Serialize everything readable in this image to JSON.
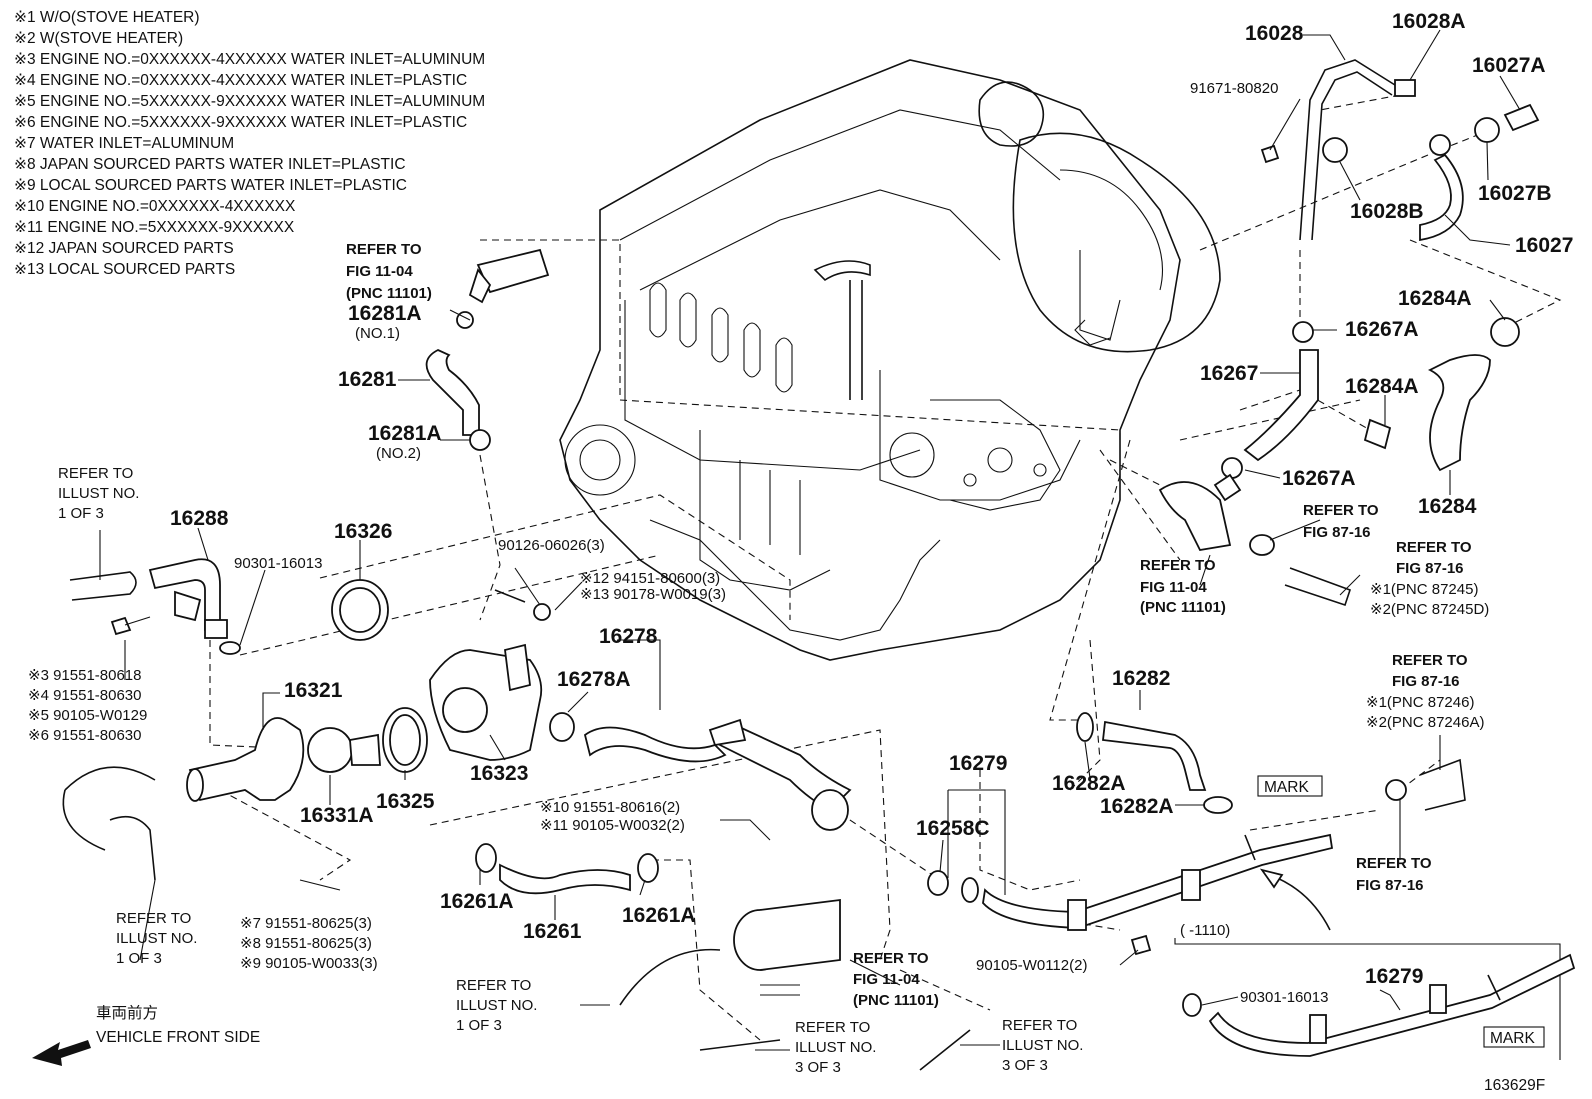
{
  "notes": [
    "※1  W/O(STOVE HEATER)",
    "※2  W(STOVE HEATER)",
    "※3  ENGINE NO.=0XXXXXX-4XXXXXX WATER INLET=ALUMINUM",
    "※4  ENGINE NO.=0XXXXXX-4XXXXXX WATER INLET=PLASTIC",
    "※5  ENGINE NO.=5XXXXXX-9XXXXXX WATER INLET=ALUMINUM",
    "※6  ENGINE NO.=5XXXXXX-9XXXXXX WATER INLET=PLASTIC",
    "※7  WATER INLET=ALUMINUM",
    "※8  JAPAN SOURCED PARTS WATER INLET=PLASTIC",
    "※9  LOCAL SOURCED PARTS WATER INLET=PLASTIC",
    "※10  ENGINE NO.=0XXXXXX-4XXXXXX",
    "※11  ENGINE NO.=5XXXXXX-9XXXXXX",
    "※12 JAPAN SOURCED PARTS",
    "※13 LOCAL SOURCED PARTS"
  ],
  "parts": {
    "p16028": "16028",
    "p16028A": "16028A",
    "p16027A": "16027A",
    "p91671": "91671-80820",
    "p16027B": "16027B",
    "p16028B": "16028B",
    "p16027": "16027",
    "p16284A_top": "16284A",
    "p16267A_top": "16267A",
    "p16267": "16267",
    "p16284A_mid": "16284A",
    "p16267A_low": "16267A",
    "p16284": "16284",
    "p16281A_top": "16281A",
    "p16281A_top_sub": "(NO.1)",
    "p16281": "16281",
    "p16281A_low": "16281A",
    "p16281A_low_sub": "(NO.2)",
    "p16288": "16288",
    "p16326": "16326",
    "p90301_top": "90301-16013",
    "p90126": "90126-06026(3)",
    "p94151": "※12 94151-80600(3)",
    "p90178": "※13 90178-W0019(3)",
    "p16278": "16278",
    "p16278A": "16278A",
    "p16321": "16321",
    "p16331A": "16331A",
    "p16325": "16325",
    "p16323": "16323",
    "p91551_80616": "※10 91551-80616(2)",
    "p90105_W0032": "※11 90105-W0032(2)",
    "p16261A_left": "16261A",
    "p16261": "16261",
    "p16261A_right": "16261A",
    "p16282": "16282",
    "p16282A_top": "16282A",
    "p16282A_low": "16282A",
    "p16279": "16279",
    "p16258C": "16258C",
    "p90105_W0112": "90105-W0112(2)",
    "p16279_inset": "16279",
    "p90301_inset": "90301-16013",
    "inset_range": "(      -1110)",
    "mark_top": "MARK",
    "mark_inset": "MARK"
  },
  "bolts_left": {
    "b3": "※3  91551-80618",
    "b4": "※4  91551-80630",
    "b5": "※5  90105-W0129",
    "b6": "※6  91551-80630"
  },
  "bolts_bottom": {
    "b7": "※7  91551-80625(3)",
    "b8": "※8  91551-80625(3)",
    "b9": "※9  90105-W0033(3)"
  },
  "refers": {
    "fig1104_top": [
      "REFER TO",
      "FIG 11-04",
      "(PNC 11101)"
    ],
    "illust1_left": [
      "REFER TO",
      "ILLUST NO.",
      "1 OF 3"
    ],
    "fig1104_mid": [
      "REFER TO",
      "FIG 11-04",
      "(PNC 11101)"
    ],
    "fig8716_a": [
      "REFER TO",
      "FIG 87-16"
    ],
    "fig8716_b": [
      "REFER TO",
      "FIG 87-16",
      "※1(PNC 87245)",
      "※2(PNC 87245D)"
    ],
    "fig8716_c": [
      "REFER TO",
      "FIG 87-16",
      "※1(PNC 87246)",
      "※2(PNC 87246A)"
    ],
    "fig8716_d": [
      "REFER TO",
      "FIG 87-16"
    ],
    "illust1_bl": [
      "REFER TO",
      "ILLUST NO.",
      "1 OF 3"
    ],
    "illust1_b": [
      "REFER TO",
      "ILLUST NO.",
      "1 OF 3"
    ],
    "fig1104_bottom": [
      "REFER TO",
      "FIG 11-04",
      "(PNC 11101)"
    ],
    "illust3_a": [
      "REFER TO",
      "ILLUST NO.",
      "3 OF 3"
    ],
    "illust3_b": [
      "REFER TO",
      "ILLUST NO.",
      "3 OF 3"
    ]
  },
  "footer": {
    "jp_label": "車両前方",
    "front_label": "VEHICLE FRONT SIDE",
    "figure_id": "163629F"
  }
}
